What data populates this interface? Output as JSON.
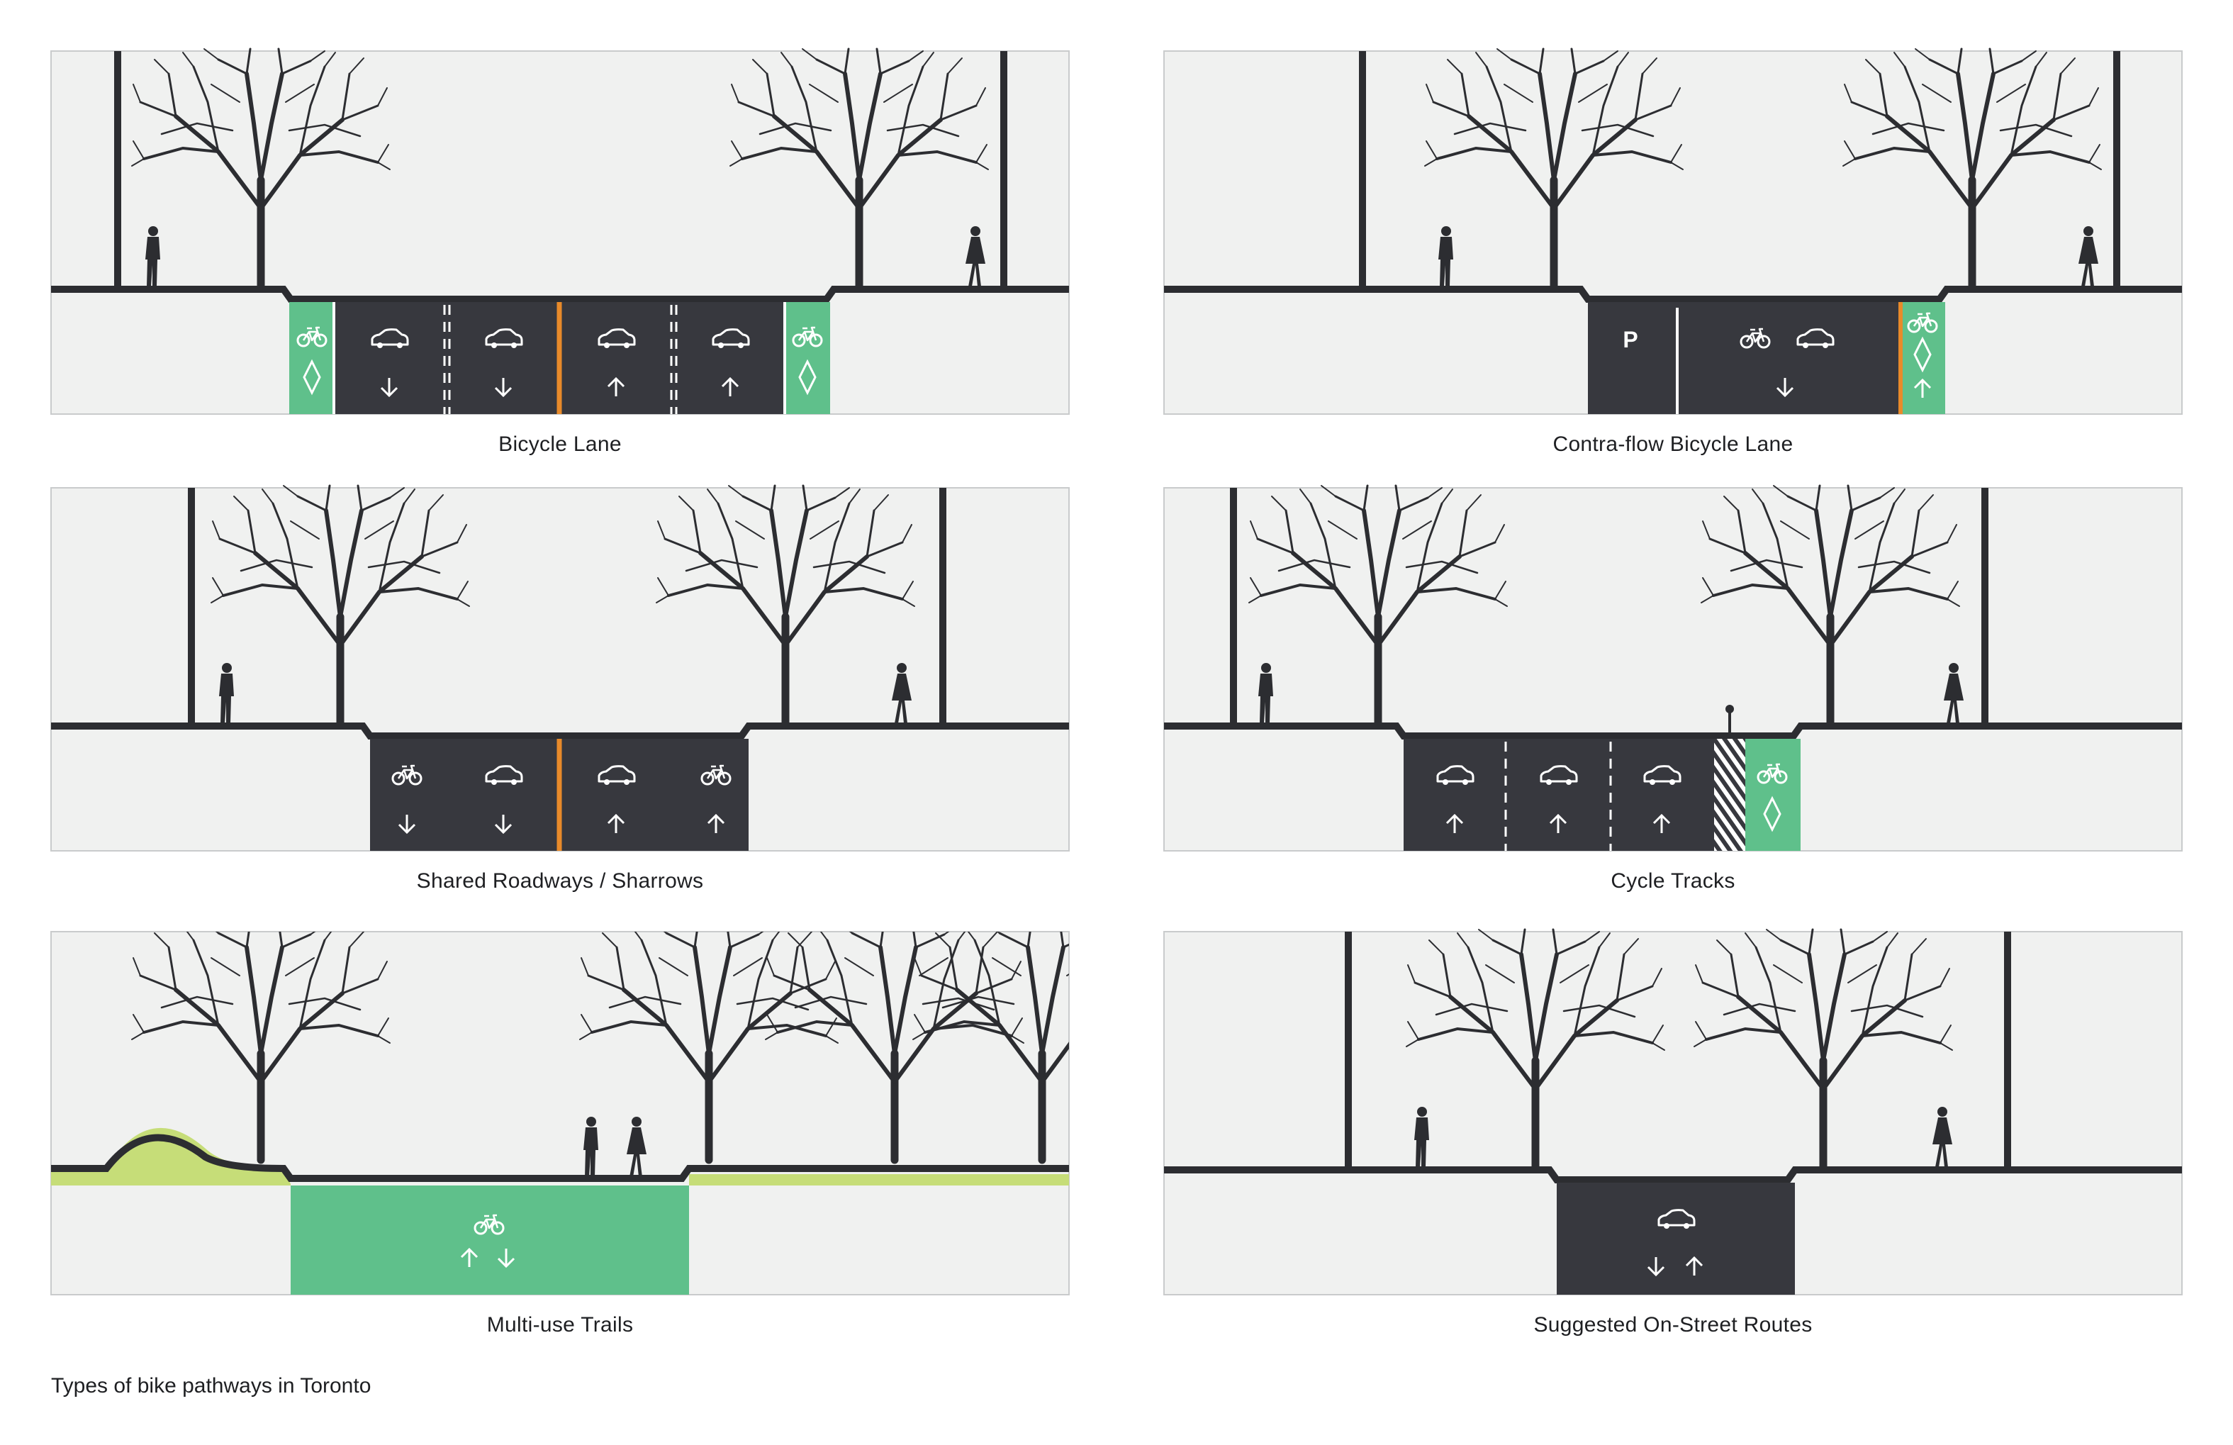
{
  "panels": [
    {
      "id": "bicycle-lane",
      "caption": "Bicycle Lane"
    },
    {
      "id": "contra-flow-bicycle-lane",
      "caption": "Contra-flow Bicycle Lane"
    },
    {
      "id": "shared-roadways",
      "caption": "Shared Roadways / Sharrows"
    },
    {
      "id": "cycle-tracks",
      "caption": "Cycle Tracks"
    },
    {
      "id": "multi-use-trails",
      "caption": "Multi-use Trails"
    },
    {
      "id": "suggested-on-street-routes",
      "caption": "Suggested On-Street Routes"
    }
  ],
  "parking_label": "P",
  "footnote": "Types of bike pathways in Toronto",
  "colors": {
    "background": "#f0f1f0",
    "road": "#37383e",
    "bike_green": "#5fc08b",
    "center_line_orange": "#e88a2a",
    "grass": "#c6dd78",
    "ink": "#1e1f22"
  }
}
